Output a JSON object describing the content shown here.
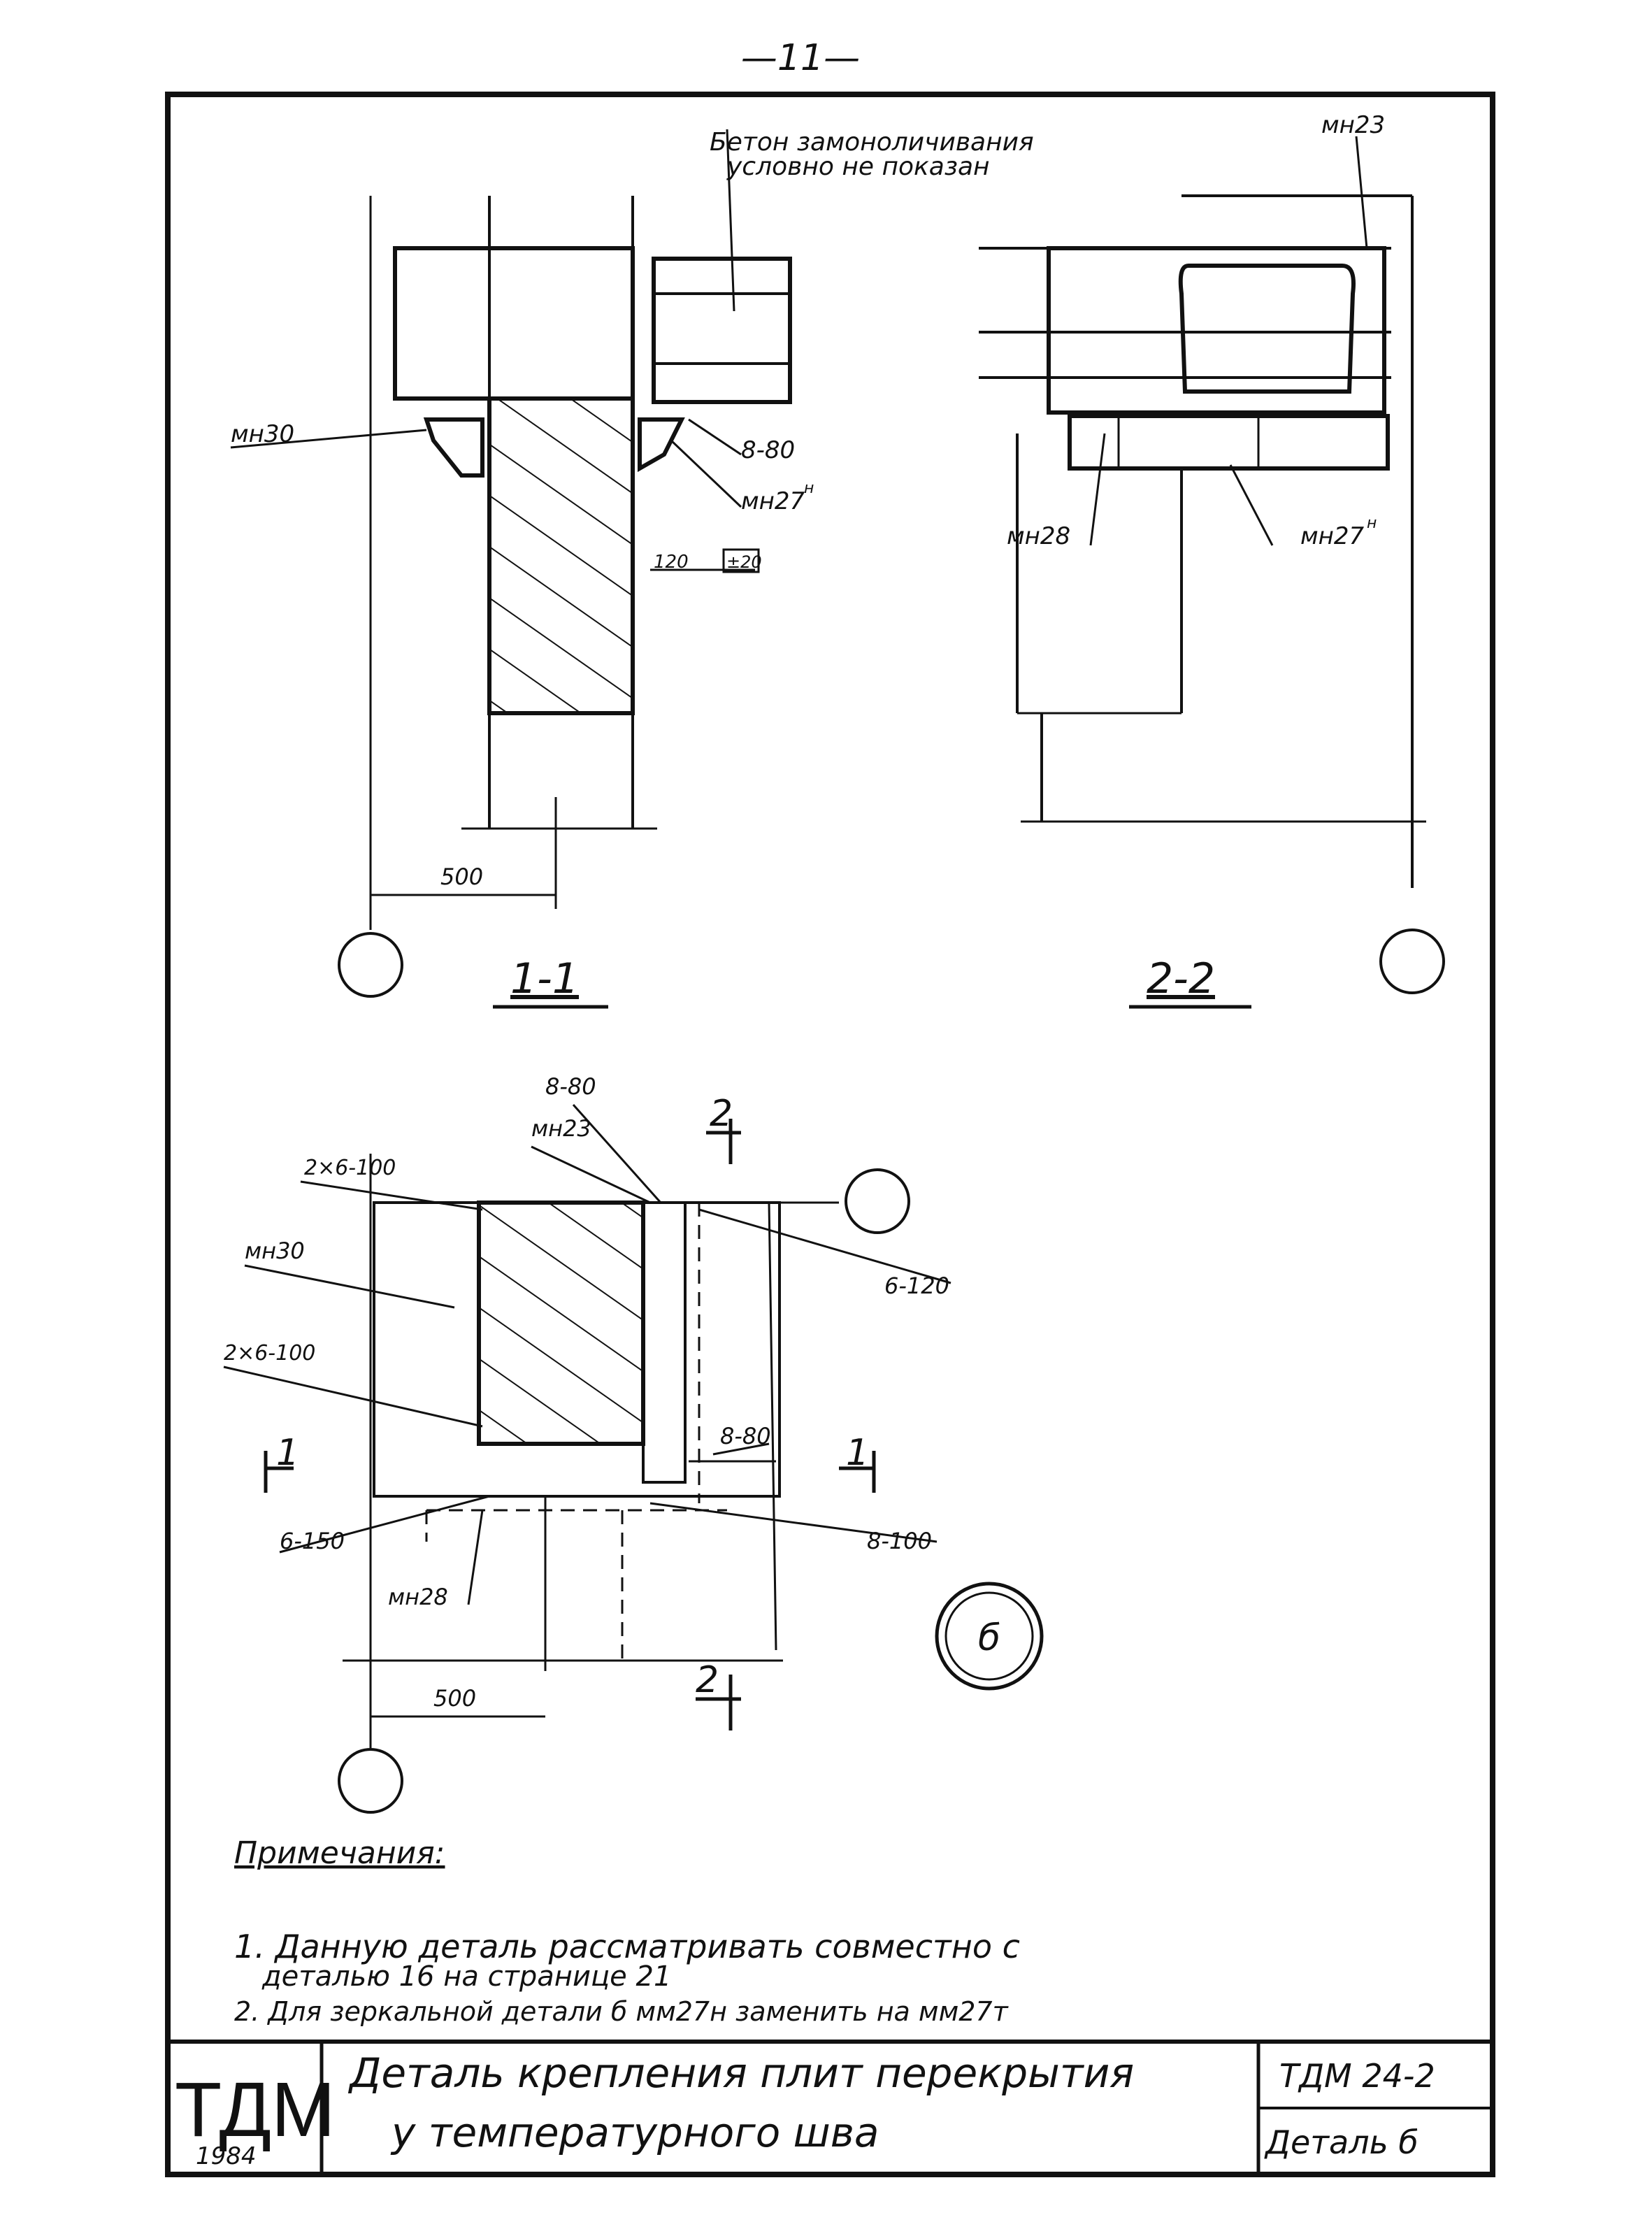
{
  "page_number": "—11—",
  "section_1_1": {
    "note_line1": "Бетон замоноличивания",
    "note_line2": "условно не показан",
    "labels": {
      "mn30": "мн30",
      "l880": "8-80",
      "mn27n": "мн27",
      "mn27n_sup": "н",
      "d120": "120",
      "tol": "±20",
      "d500": "500"
    },
    "title": "1-1"
  },
  "section_2_2": {
    "labels": {
      "mn23": "мн23",
      "mn28": "мн28",
      "mn27n": "мн27",
      "mn27n_sup": "н"
    },
    "title": "2-2"
  },
  "plan": {
    "labels": {
      "l880_top": "8-80",
      "mn23": "мн23",
      "two6100_top": "2×6-100",
      "mn30": "мн30",
      "l6120": "6-120",
      "two6100_bot": "2×6-100",
      "l880_bot": "8-80",
      "sec1_left": "1",
      "sec1_right": "1",
      "l6150": "6-150",
      "l8100": "8-100",
      "mn28": "мн28",
      "sec2_top": "2",
      "sec2_bot": "2",
      "d500": "500"
    },
    "detail_mark": "б"
  },
  "notes": {
    "heading": "Примечания:",
    "items": [
      "1. Данную деталь рассматривать совместно с",
      "деталью 16 на странице 21",
      "2. Для зеркальной детали б  мм27н заменить на мм27т"
    ]
  },
  "title_block": {
    "logo": "ТДМ",
    "year": "1984",
    "title_line1": "Деталь крепления плит перекрытия",
    "title_line2": "у температурного шва",
    "code": "ТДМ 24-2",
    "sheet": "Деталь б"
  }
}
